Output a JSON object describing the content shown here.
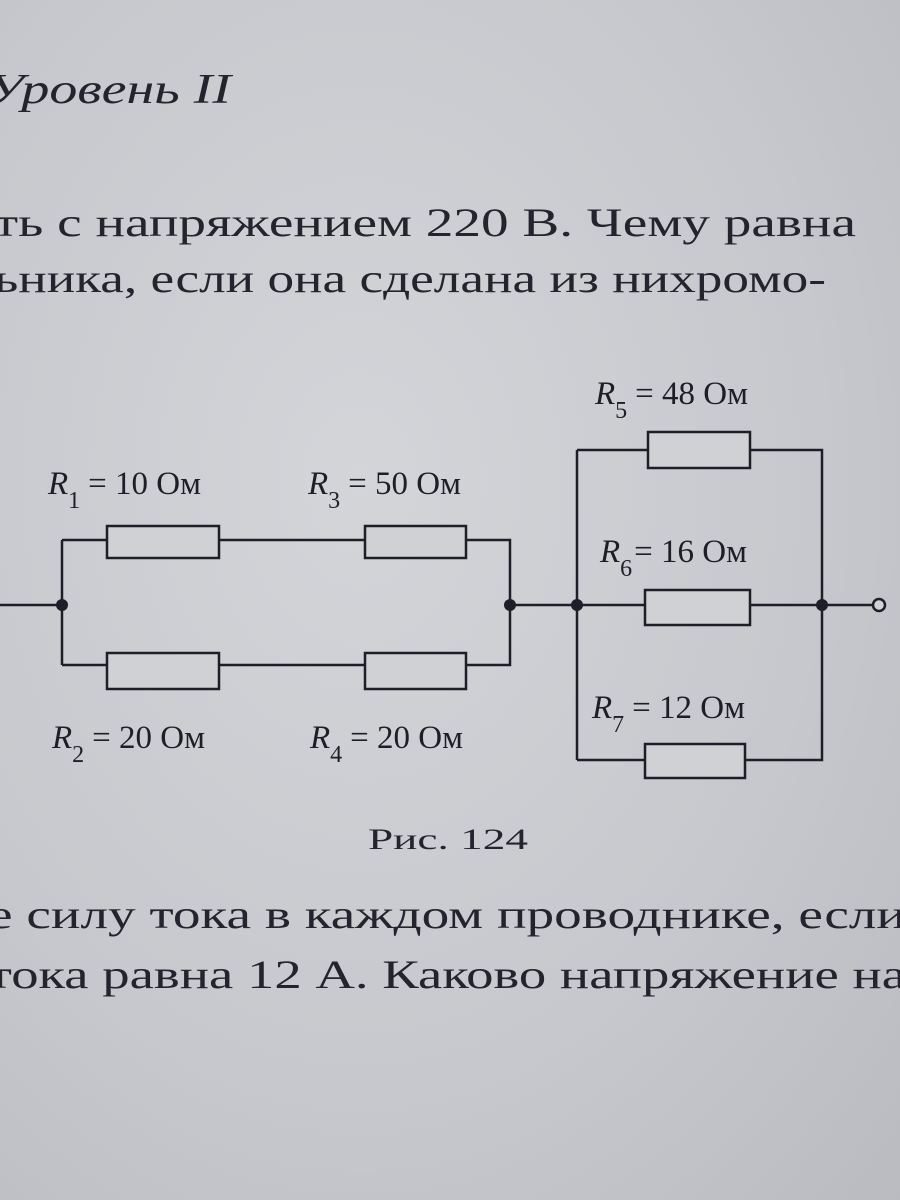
{
  "page": {
    "heading": "Уровень II",
    "text_top": [
      "ть с напряжением 220 В. Чему равна",
      "ьника, если она сделана из нихромо-"
    ],
    "caption": "Рис. 124",
    "text_bottom": [
      "е силу тока в каждом проводнике, если",
      "тока равна 12 А. Каково напряжение на"
    ]
  },
  "circuit": {
    "resistors": [
      {
        "symbol": "R",
        "index": "1",
        "value": "= 10 Ом"
      },
      {
        "symbol": "R",
        "index": "2",
        "value": "= 20 Ом"
      },
      {
        "symbol": "R",
        "index": "3",
        "value": "= 50 Ом"
      },
      {
        "symbol": "R",
        "index": "4",
        "value": "= 20 Ом"
      },
      {
        "symbol": "R",
        "index": "5",
        "value": "= 48 Ом"
      },
      {
        "symbol": "R",
        "index": "6",
        "value": "= 16 Ом"
      },
      {
        "symbol": "R",
        "index": "7",
        "value": "= 12 Ом"
      }
    ]
  }
}
